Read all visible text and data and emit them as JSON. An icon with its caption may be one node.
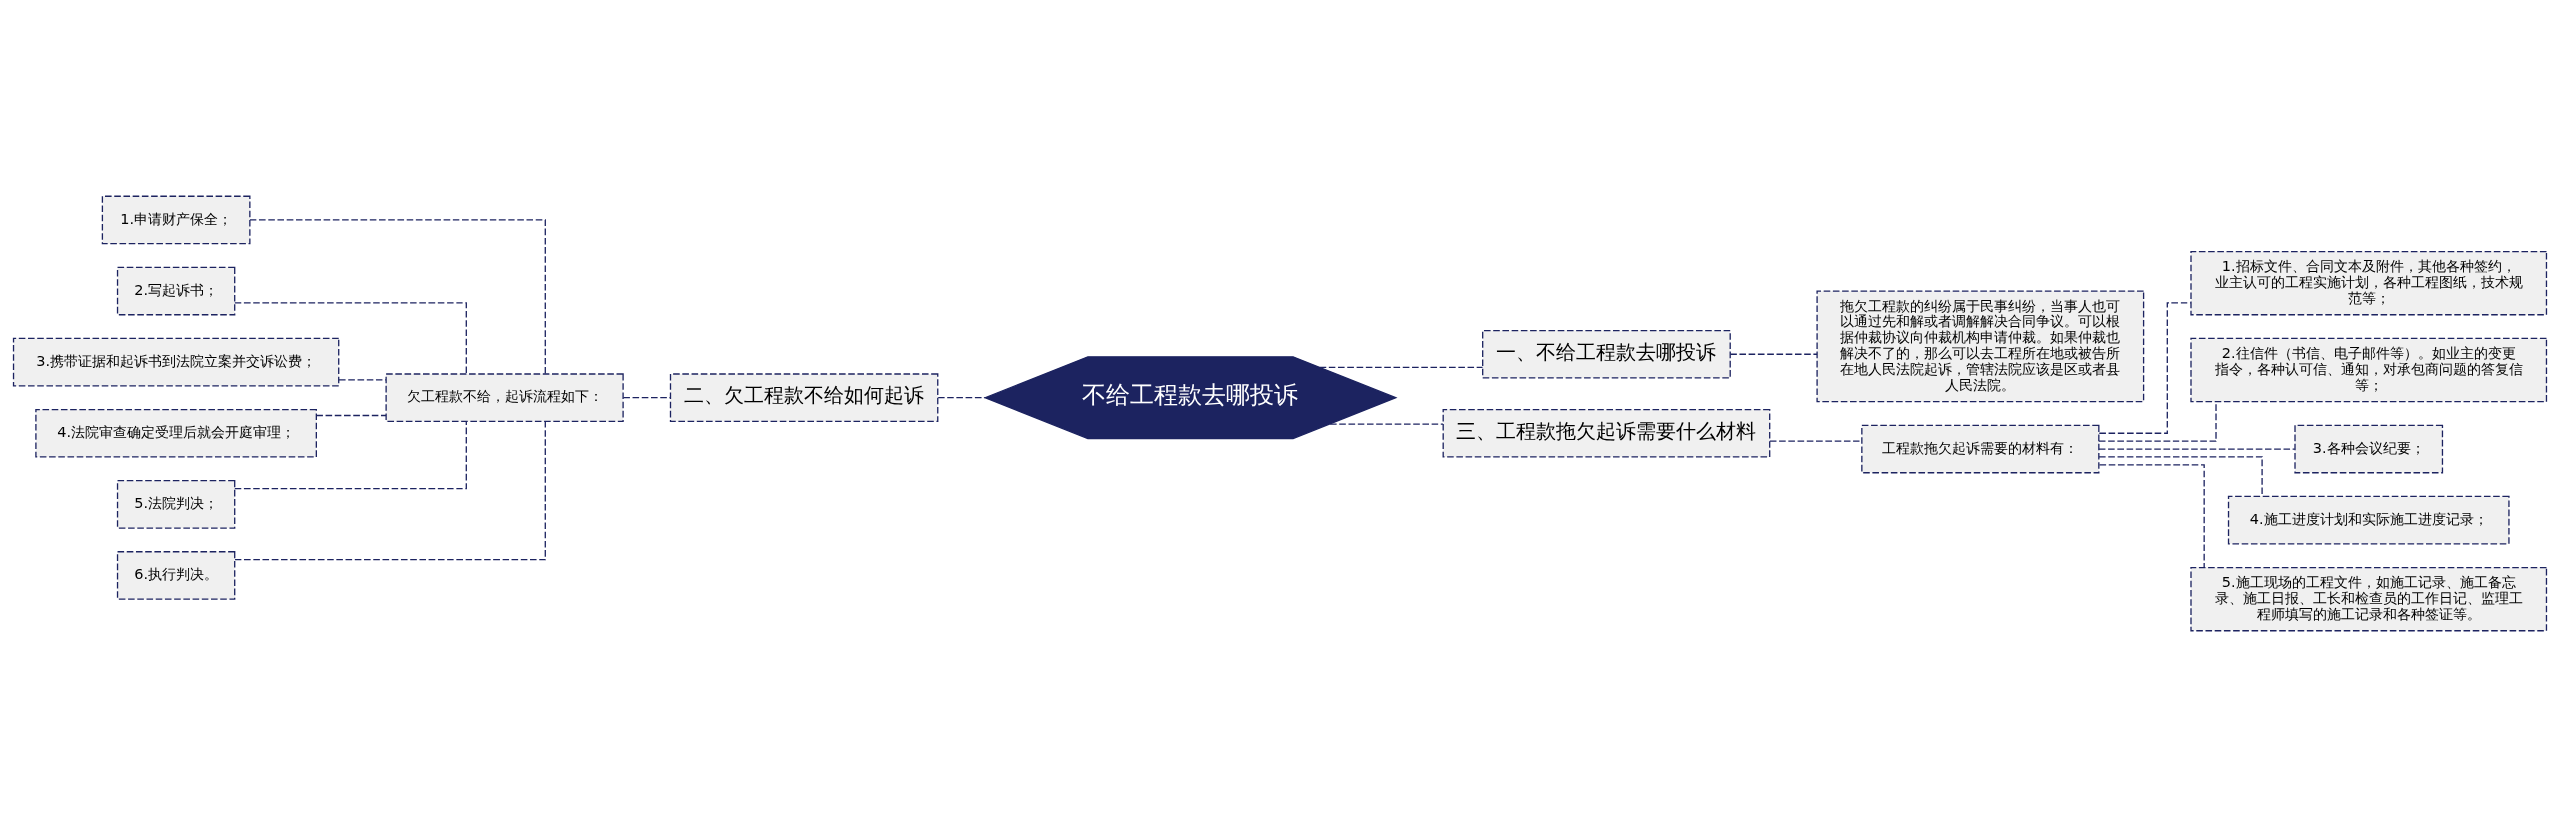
{
  "diagram": {
    "nodes": [
      {
        "text": [
          "不给工程款去哪投诉"
        ]
      },
      {
        "text": [
          "一、不给工程款去哪投诉"
        ]
      },
      {
        "text": [
          "拖欠工程款的纠纷属于民事纠纷，当事人也可以通过先和解或者调解解决合同争议。可以根据仲裁协议向仲裁机构申请仲裁。如果仲裁也解决不了的，那么可以去工程所在地或被告所在地人民法院起诉，管辖法院应该是区或者县人民法院。"
        ]
      },
      {
        "text": [
          "二、欠工程款不给如何起诉"
        ]
      },
      {
        "text": [
          "欠工程款不给，起诉流程如下："
        ]
      },
      {
        "text": [
          "1.申请财产保全；"
        ]
      },
      {
        "text": [
          "2.写起诉书；"
        ]
      },
      {
        "text": [
          "3.携带证据和起诉书到法院立案并交诉讼费；"
        ]
      },
      {
        "text": [
          "4.法院审查确定受理后就会开庭审理；"
        ]
      },
      {
        "text": [
          "5.法院判决；"
        ]
      },
      {
        "text": [
          "6.执行判决。"
        ]
      },
      {
        "text": [
          "三、工程款拖欠起诉需要什么材料"
        ]
      },
      {
        "text": [
          "工程款拖欠起诉需要的材料有："
        ]
      },
      {
        "text": [
          "1.招标文件、合同文本及附件，其他各种签约，业主认可的工程实施计划，各种工程图纸，技术规范等；"
        ]
      },
      {
        "text": [
          "2.往信件（书信、电子邮件等）。如业主的变更指令，各种认可信、通知，对承包商问题的答复信等；"
        ]
      },
      {
        "text": [
          "3.各种会议纪要；"
        ]
      },
      {
        "text": [
          "4.施工进度计划和实际施工进度记录；"
        ]
      },
      {
        "text": [
          "5.施工现场的工程文件，如施工记录、施工备忘录、施工日报、工长和检查员的工作日记、监理工程师填写的施工记录和各种签证等。"
        ]
      }
    ],
    "edges": [
      {
        "from": 0,
        "to": 1,
        "arrow": "none",
        "style": "dashed"
      },
      {
        "from": 1,
        "to": 2,
        "arrow": "none",
        "style": "dashed"
      },
      {
        "from": 0,
        "to": 3,
        "arrow": "none",
        "style": "dashed"
      },
      {
        "from": 3,
        "to": 4,
        "arrow": "none",
        "style": "dashed"
      },
      {
        "from": 4,
        "to": 5,
        "arrow": "none",
        "style": "dashed"
      },
      {
        "from": 4,
        "to": 6,
        "arrow": "none",
        "style": "dashed"
      },
      {
        "from": 4,
        "to": 7,
        "arrow": "none",
        "style": "dashed"
      },
      {
        "from": 4,
        "to": 8,
        "arrow": "none",
        "style": "dashed"
      },
      {
        "from": 4,
        "to": 9,
        "arrow": "none",
        "style": "dashed"
      },
      {
        "from": 4,
        "to": 10,
        "arrow": "none",
        "style": "dashed"
      },
      {
        "from": 0,
        "to": 11,
        "arrow": "none",
        "style": "dashed"
      },
      {
        "from": 11,
        "to": 12,
        "arrow": "none",
        "style": "dashed"
      },
      {
        "from": 12,
        "to": 13,
        "arrow": "none",
        "style": "dashed"
      },
      {
        "from": 12,
        "to": 14,
        "arrow": "none",
        "style": "dashed"
      },
      {
        "from": 12,
        "to": 15,
        "arrow": "none",
        "style": "dashed"
      },
      {
        "from": 12,
        "to": 16,
        "arrow": "none",
        "style": "dashed"
      },
      {
        "from": 12,
        "to": 17,
        "arrow": "none",
        "style": "dashed"
      }
    ]
  }
}
